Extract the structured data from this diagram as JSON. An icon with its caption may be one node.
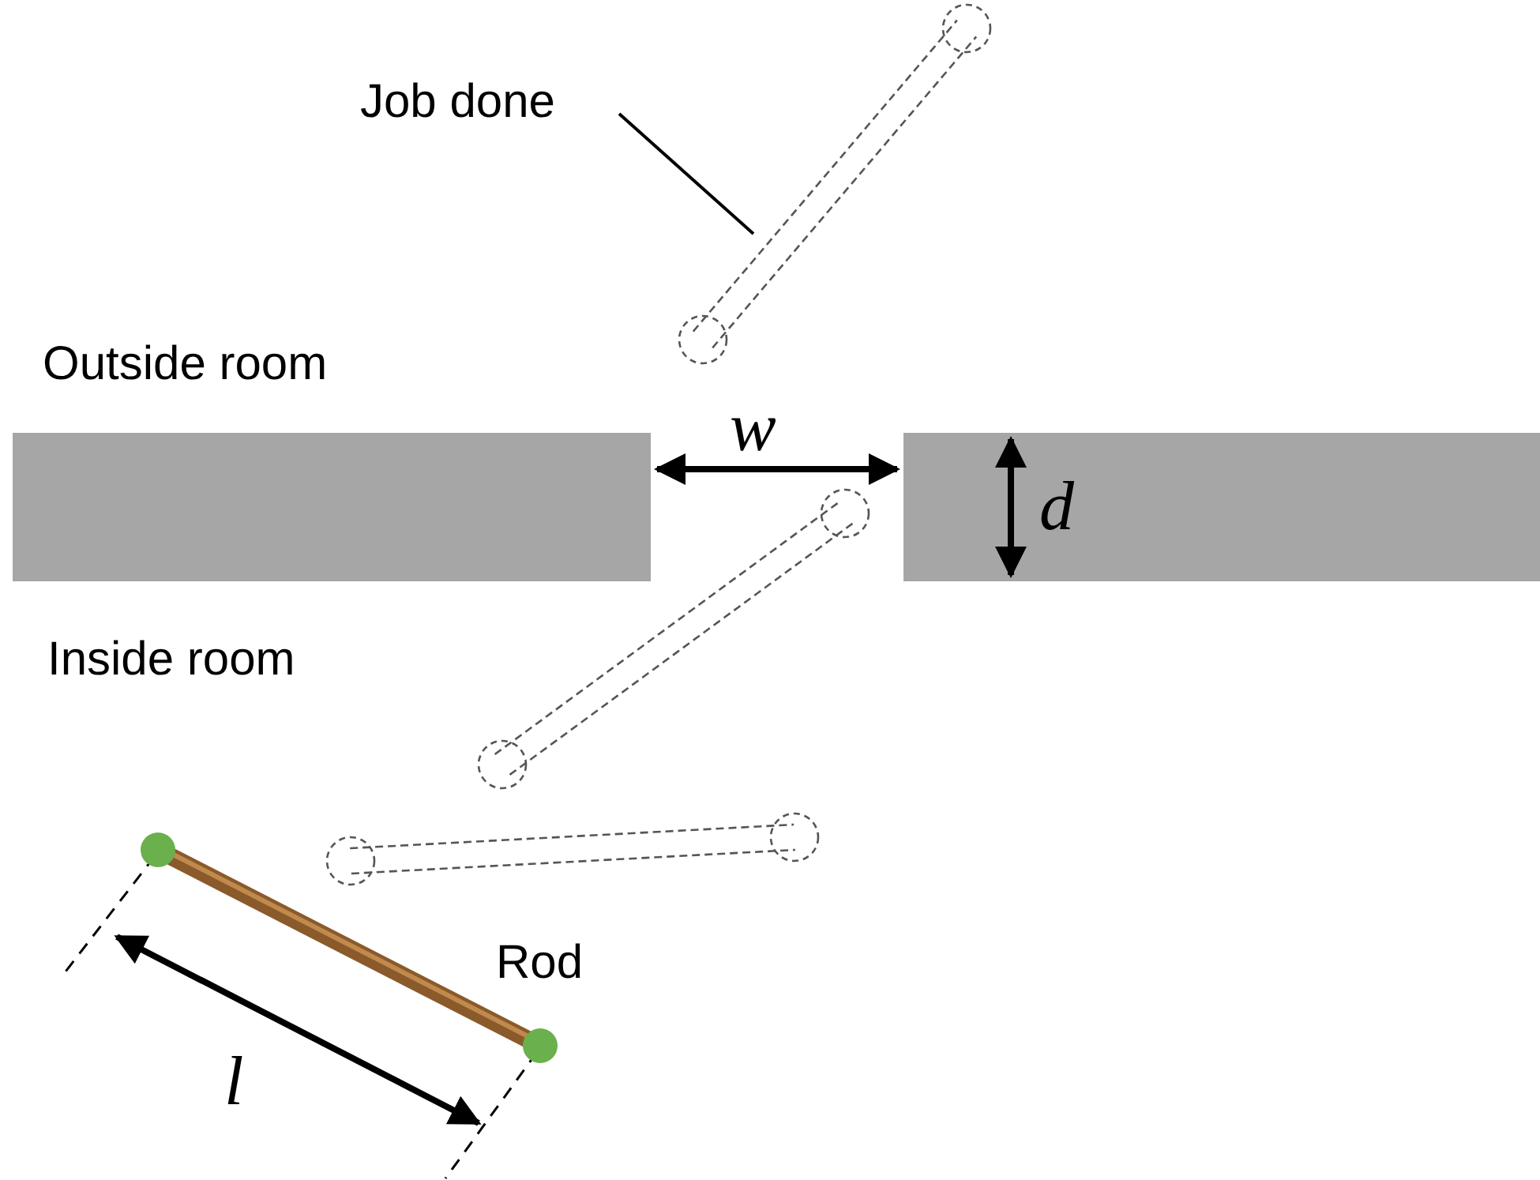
{
  "diagram": {
    "nodes": [
      {
        "text": [
          "Job done"
        ]
      },
      {
        "text": [],
        "shape": "picture"
      }
    ],
    "edges": [
      {
        "from": 0,
        "to": 1,
        "arrow": "none"
      }
    ],
    "labels": [
      "Outside room",
      "w",
      "d",
      "Inside room",
      "Rod",
      "l"
    ]
  }
}
